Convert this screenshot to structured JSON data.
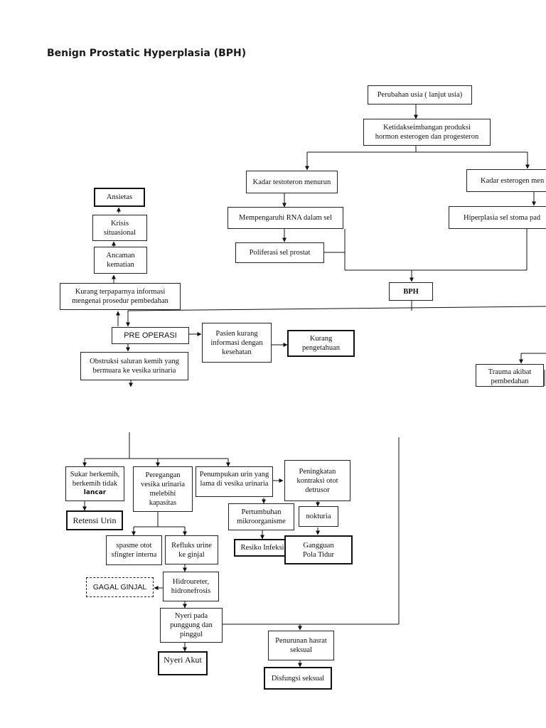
{
  "page": {
    "title": "Benign Prostatic Hyperplasia (BPH)"
  },
  "nodes": {
    "perubahan_usia": "Perubahan usia ( lanjut usia)",
    "ketidakseimbangan": "Ketidakseimbangan produksi\nhormon esterogen dan progesteron",
    "kadar_testoteron": "Kadar testoteron menurun",
    "kadar_esterogen": "Kadar esterogen men",
    "mempengaruhi_rna": "Mempengaruhi RNA dalam sel",
    "hiperplasia_sel": "Hiperplasia sel stoma pad",
    "poliferasi_sel": "Poliferasi sel prostat",
    "bph": "BPH",
    "ansietas": "Ansietas",
    "krisis_situasional": "Krisis\nsituasional",
    "ancaman_kematian": "Ancaman\nkematian",
    "kurang_terpaparnya": "Kurang terpaparnya informasi\nmengenai prosedur pembedahan",
    "pre_operasi": "PRE OPERASI",
    "pasien_kurang_informasi": "Pasien kurang\ninformasi dengan\nkesehatan",
    "kurang_pengetahuan": "Kurang\npengetahuan",
    "obstruksi": "Obstruksi saluran kemih yang\nbermuara ke vesika urinaria",
    "trauma": "Trauma akibat\npembedahan",
    "sukar_berkemih": "Sukar berkemih,\nberkemih tidak",
    "sukar_berkemih_bold": "lancar",
    "retensi_urin": "Retensi Urin",
    "peregangan": "Peregangan\nvesika urinaria\nmelebihi\nkapasitas",
    "penumpukan": "Penumpukan urin yang\nlama di vesika urinaria",
    "peningkatan_kontraksi": "Peningkatan\nkontraksi otot\ndetrusor",
    "pertumbuhan_mikro": "Pertumbuhan\nmikroorganisme",
    "nokturia": "nokturia",
    "resiko_infeksi": "Resiko Infeksi",
    "gangguan_pola_tidur": "Gangguan\nPola Tidur",
    "spasme_otot": "spasme otot\nsfingter interna",
    "refluks_urine": "Refluks urine\nke ginjal",
    "hidroureter": "Hidroureter,\nhidronefrosis",
    "gagal_ginjal": "GAGAL GINJAL",
    "nyeri_punggung": "Nyeri pada\npunggung dan\npinggul",
    "nyeri_akut": "Nyeri Akut",
    "penurunan_hasrat": "Penurunan hasrat\nseksual",
    "disfungsi_seksual": "Disfungsi seksual"
  }
}
